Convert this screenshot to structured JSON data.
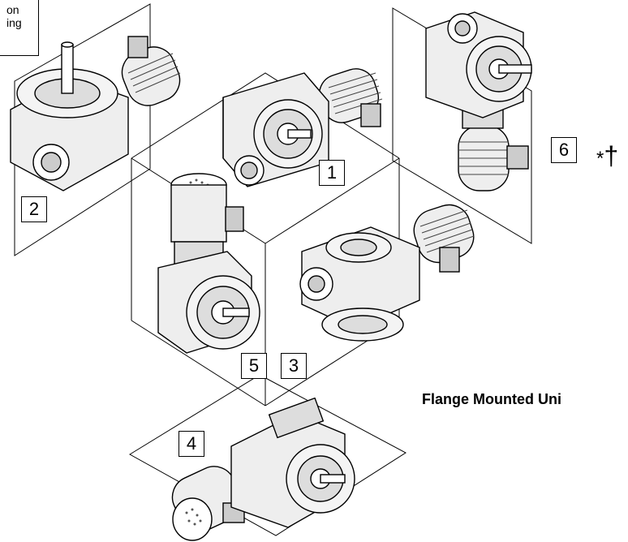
{
  "top_left_note": {
    "line1": "on",
    "line2": "ing"
  },
  "positions": [
    {
      "id": "pos-1",
      "label": "1"
    },
    {
      "id": "pos-2",
      "label": "2"
    },
    {
      "id": "pos-3",
      "label": "3"
    },
    {
      "id": "pos-4",
      "label": "4"
    },
    {
      "id": "pos-5",
      "label": "5"
    },
    {
      "id": "pos-6",
      "label": "6"
    }
  ],
  "symbols": {
    "asterisk": "*",
    "dagger": "†"
  },
  "caption": "Flange Mounted Uni",
  "colors": {
    "line": "#000000",
    "metal_light": "#eeeeee",
    "metal_mid": "#cfcfcf",
    "metal_dark": "#555555"
  }
}
